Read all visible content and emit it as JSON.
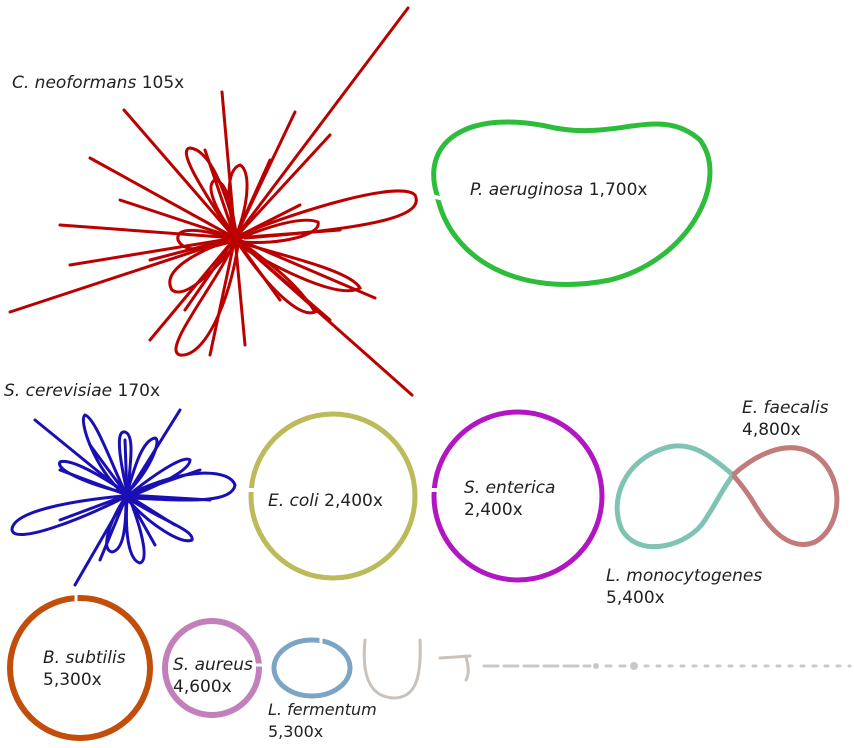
{
  "organisms": [
    {
      "id": "c-neoformans",
      "name": "C. neoformans",
      "coverage": "105x",
      "color": "#bb0000"
    },
    {
      "id": "p-aeruginosa",
      "name": "P. aeruginosa",
      "coverage": "1,700x",
      "color": "#2ebd3a"
    },
    {
      "id": "s-cerevisiae",
      "name": "S. cerevisiae",
      "coverage": "170x",
      "color": "#1a0fb5"
    },
    {
      "id": "e-coli",
      "name": "E. coli",
      "coverage": "2,400x",
      "color": "#bdba5c"
    },
    {
      "id": "s-enterica",
      "name": "S. enterica",
      "coverage": "2,400x",
      "color": "#b216c2"
    },
    {
      "id": "e-faecalis",
      "name": "E. faecalis",
      "coverage": "4,800x",
      "color": "#c27b7b"
    },
    {
      "id": "l-monocytogenes",
      "name": "L. monocytogenes",
      "coverage": "5,400x",
      "color": "#7fc3b4"
    },
    {
      "id": "b-subtilis",
      "name": "B. subtilis",
      "coverage": "5,300x",
      "color": "#c24e0a"
    },
    {
      "id": "s-aureus",
      "name": "S. aureus",
      "coverage": "4,600x",
      "color": "#c27fba"
    },
    {
      "id": "l-fermentum",
      "name": "L. fermentum",
      "coverage": "5,300x",
      "color": "#7ba5c4"
    }
  ],
  "unassigned_color": "#c9c1bb",
  "tail_color": "#c8c8c8"
}
